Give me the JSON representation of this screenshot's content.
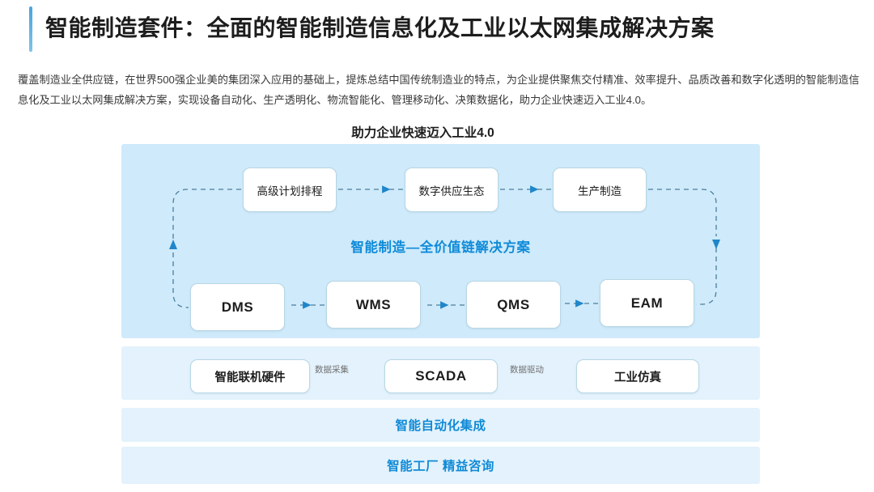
{
  "header": {
    "title": "智能制造套件：全面的智能制造信息化及工业以太网集成解决方案",
    "accent_color": "#4aa3dd"
  },
  "intro": {
    "paragraph": "覆盖制造业全供应链，在世界500强企业美的集团深入应用的基础上，提炼总结中国传统制造业的特点，为企业提供聚焦交付精准、效率提升、品质改善和数字化透明的智能制造信息化及工业以太网集成解决方案，实现设备自动化、生产透明化、物流智能化、管理移动化、决策数据化，助力企业快速迈入工业4.0。"
  },
  "diagram": {
    "heading": "助力企业快速迈入工业4.0",
    "center_caption": "智能制造—全价值链解决方案",
    "panel_color": "#cfeafb",
    "band_color": "#e3f2fc",
    "accent_text_color": "#0f8bd8",
    "arrow_color": "#1f86c9",
    "top_row": [
      {
        "label": "高级计划排程"
      },
      {
        "label": "数字供应生态"
      },
      {
        "label": "生产制造"
      }
    ],
    "bottom_row": [
      {
        "label": "DMS"
      },
      {
        "label": "WMS"
      },
      {
        "label": "QMS"
      },
      {
        "label": "EAM"
      }
    ],
    "scada_row": {
      "nodes": [
        {
          "label": "智能联机硬件"
        },
        {
          "label": "SCADA"
        },
        {
          "label": "工业仿真"
        }
      ],
      "edge_labels": [
        {
          "label": "数据采集"
        },
        {
          "label": "数据驱动"
        }
      ]
    },
    "bands": [
      {
        "label": "智能自动化集成"
      },
      {
        "label": "智能工厂  精益咨询"
      }
    ]
  }
}
